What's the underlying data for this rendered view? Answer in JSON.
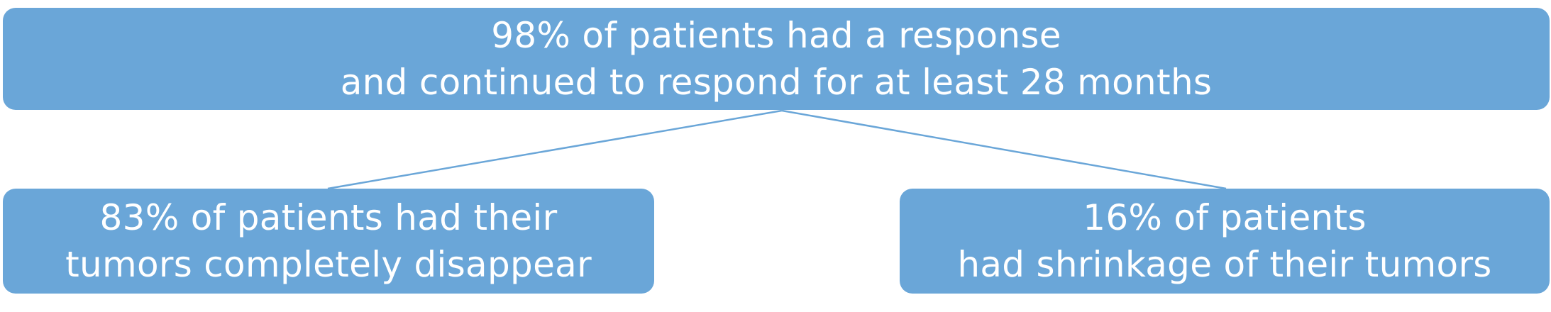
{
  "diagram": {
    "top": {
      "line1": "98% of patients had a response",
      "line2": "and continued to respond for at least 28 months"
    },
    "left": {
      "line1": "83% of patients had their",
      "line2": "tumors completely disappear"
    },
    "right": {
      "line1": "16% of patients",
      "line2": "had shrinkage of their tumors"
    }
  },
  "colors": {
    "box_fill": "#6aa6d8",
    "text": "#ffffff",
    "connector": "#6aa6d8"
  }
}
